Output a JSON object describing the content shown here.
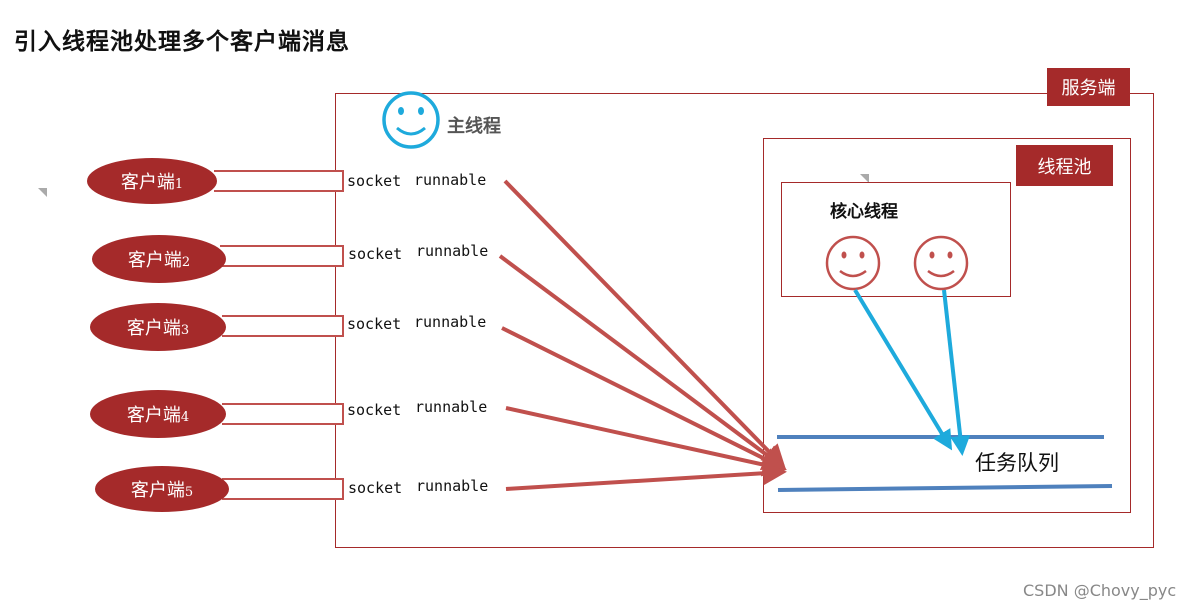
{
  "title": "引入线程池处理多个客户端消息",
  "server": {
    "label": "服务端"
  },
  "main_thread": {
    "label": "主线程",
    "icon": "smiley-icon",
    "color": "#1eaadc"
  },
  "thread_pool": {
    "label": "线程池"
  },
  "core_threads": {
    "label": "核心线程",
    "icon": "smiley-icon",
    "count": 2,
    "color": "#c0504d"
  },
  "task_queue": {
    "label": "任务队列",
    "line_color": "#4f81bd"
  },
  "clients": [
    {
      "label": "客户端",
      "num": "1",
      "socket": "socket",
      "runnable": "runnable"
    },
    {
      "label": "客户端",
      "num": "2",
      "socket": "socket",
      "runnable": "runnable"
    },
    {
      "label": "客户端",
      "num": "3",
      "socket": "socket",
      "runnable": "runnable"
    },
    {
      "label": "客户端",
      "num": "4",
      "socket": "socket",
      "runnable": "runnable"
    },
    {
      "label": "客户端",
      "num": "5",
      "socket": "socket",
      "runnable": "runnable"
    }
  ],
  "colors": {
    "brand_red": "#a52a2a",
    "arrow_red": "#c0504d",
    "arrow_blue": "#1eaadc"
  },
  "watermark": "CSDN @Chovy_pyc"
}
